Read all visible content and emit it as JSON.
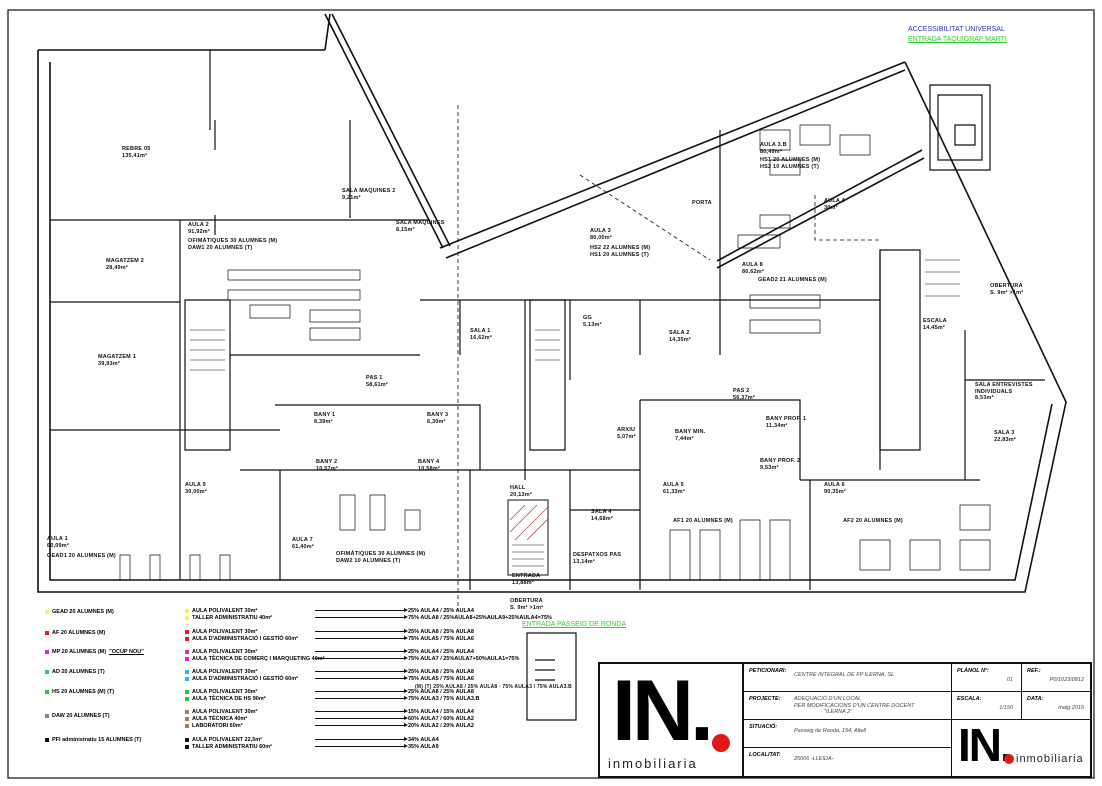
{
  "header": {
    "accessibility": "ACCESSIBILITAT UNIVERSAL",
    "entrance_top": "ENTRADA TAQUIGRAF MARTI",
    "entrance_bottom": "ENTRADA PASSEIG DE RONDA",
    "opening_label": "OBERTURA",
    "opening_value": "S. 9m² >1m²",
    "porta": "PORTA"
  },
  "rooms": {
    "rebre": {
      "name": "REBRE 05",
      "area": "135,41m²"
    },
    "sala_maq2": {
      "name": "SALA MAQUINES 2",
      "area": "9,21m²"
    },
    "sala_maq": {
      "name": "SALA MAQUINES",
      "area": "8,15m²"
    },
    "aula2": {
      "name": "AULA 2",
      "area": "91,92m²",
      "l1": "OFIMÀTIQUES 30 ALUMNES (M)",
      "l2": "DAW1 20 ALUMNES (T)"
    },
    "mag2": {
      "name": "MAGATZEM 2",
      "area": "28,49m²"
    },
    "mag1": {
      "name": "MAGATZEM 1",
      "area": "39,93m²"
    },
    "pas1": {
      "name": "PAS 1",
      "area": "58,61m²"
    },
    "aula3": {
      "name": "AULA 3",
      "area": "80,00m²",
      "l1": "HS2 22 ALUMNES (M)",
      "l2": "HS1 20 ALUMNES (T)"
    },
    "aula3b": {
      "name": "AULA 3.B",
      "area": "80,49m²",
      "l1": "HS1 20 ALUMNES (M)",
      "l2": "HS2 10 ALUMNES (T)"
    },
    "aula4": {
      "name": "AULA 4",
      "area": "30m²"
    },
    "aula8": {
      "name": "AULA 8",
      "area": "80,62m²",
      "l1": "GEAD2 21 ALUMNES (M)"
    },
    "escala": {
      "name": "ESCALA",
      "area": "14,45m²"
    },
    "sala1": {
      "name": "SALA 1",
      "area": "16,62m²"
    },
    "gg": {
      "name": "GG",
      "area": "5,13m²"
    },
    "sala2": {
      "name": "SALA 2",
      "area": "14,35m²"
    },
    "pas2": {
      "name": "PAS 2",
      "area": "56,37m²"
    },
    "sala_ent": {
      "name": "SALA ENTREVISTES",
      "name2": "INDIVIDUALS",
      "area": "8,53m²"
    },
    "sala3": {
      "name": "SALA 3",
      "area": "22,83m²"
    },
    "bany1": {
      "name": "BANY 1",
      "area": "8,39m²"
    },
    "bany3": {
      "name": "BANY 3",
      "area": "6,30m²"
    },
    "bany2": {
      "name": "BANY 2",
      "area": "10,57m²"
    },
    "bany4": {
      "name": "BANY 4",
      "area": "10,58m²"
    },
    "arxiu": {
      "name": "ARXIU",
      "area": "5,07m²"
    },
    "bany_min": {
      "name": "BANY MIN.",
      "area": "7,44m²"
    },
    "bany_prof1": {
      "name": "BANY PROF. 1",
      "area": "11,34m²"
    },
    "bany_prof2": {
      "name": "BANY PROF. 2",
      "area": "9,53m²"
    },
    "hall": {
      "name": "HALL",
      "area": "20,13m²"
    },
    "aula9": {
      "name": "AULA 9",
      "area": "30,00m²"
    },
    "aula1": {
      "name": "AULA 1",
      "area": "60,09m²",
      "l1": "GEAD1 20 ALUMNES (M)"
    },
    "aula7": {
      "name": "AULA 7",
      "area": "61,40m²",
      "l1": "OFIMÀTIQUES 30 ALUMNES (M)",
      "l2": "DAW2 10 ALUMNES (T)"
    },
    "sala4": {
      "name": "SALA 4",
      "area": "14,68m²"
    },
    "despatxos": {
      "name": "DESPATXOS PAS",
      "area": "13,14m²"
    },
    "entrada": {
      "name": "ENTRADA",
      "area": "13,88m²"
    },
    "aula5": {
      "name": "AULA 5",
      "area": "61,33m²",
      "l1": "AF1 20 ALUMNES (M)"
    },
    "aula6": {
      "name": "AULA 6",
      "area": "90,35m²",
      "l1": "AF2 20 ALUMNES (M)"
    }
  },
  "legend": [
    {
      "color": "#f2f060",
      "group": "GEAD 20 ALUMNES (M)",
      "extra": "",
      "items": [
        {
          "space": "AULA POLIVALENT 30m²",
          "alloc": "25% AULA4 / 25% AULA4"
        },
        {
          "space": "TALLER ADMINISTRATIU 40m²",
          "alloc": "75% AULA8 / 25%AULA8+25%AULA9+25%AULA4=75%"
        }
      ]
    },
    {
      "color": "#e02020",
      "group": "AF 20 ALUMNES (M)",
      "extra": "",
      "items": [
        {
          "space": "AULA POLIVALENT 30m²",
          "alloc": "25% AULA8 / 25% AULA8"
        },
        {
          "space": "AULA D'ADMINISTRACIÓ I GESTIÓ 60m²",
          "alloc": "75% AULA5 / 75% AULA6"
        }
      ]
    },
    {
      "color": "#e020e0",
      "group": "MP 20 ALUMNES (M)",
      "extra": "\"OCUP NOU\"",
      "items": [
        {
          "space": "AULA POLIVALENT 30m²",
          "alloc": "25% AULA4 / 25% AULA4"
        },
        {
          "space": "AULA TÈCNICA DE COMERÇ I MARQUETING 40m²",
          "alloc": "75% AULA7 / 25%AULA7+50%AULA1=75%"
        }
      ]
    },
    {
      "color": "#30b8e0",
      "group": "AD 20 ALUMNES (T)",
      "extra": "",
      "items": [
        {
          "space": "AULA POLIVALENT 30m²",
          "alloc": "25% AULA8 / 25% AULA8"
        },
        {
          "space": "AULA D'ADMINISTRACIÓ I GESTIÓ 60m²",
          "alloc": "75% AULA5 / 75% AULA6"
        }
      ]
    },
    {
      "color": "#30c040",
      "group": "HS 20 ALUMNES (M) (T)",
      "extra": "(M) (T) 25% AULA8 / 25% AULA8 · 75% AULA3 / 75% AULA3.B",
      "items": [
        {
          "space": "AULA POLIVALENT 30m²",
          "alloc": "25% AULA8 / 25% AULA8"
        },
        {
          "space": "AULA TÈCNICA DE HS 90m²",
          "alloc": "75% AULA3 / 75% AULA3.B"
        }
      ]
    },
    {
      "color": "#a08060",
      "group": "DAW 20 ALUMNES (T)",
      "extra": "",
      "items": [
        {
          "space": "AULA POLIVALENT 30m²",
          "alloc": "15% AULA4 / 15% AULA4"
        },
        {
          "space": "AULA TÈCNICA 40m²",
          "alloc": "60% AULA7 / 60% AULA2"
        },
        {
          "space": "LABORATORI 60m²",
          "alloc": "20% AULA2 / 20% AULA2"
        }
      ]
    },
    {
      "color": "#111111",
      "group": "PFI administratiu 15 ALUMNES (T)",
      "extra": "",
      "items": [
        {
          "space": "AULA POLIVALENT 22,5m²",
          "alloc": "34% AULA4"
        },
        {
          "space": "TALLER ADMINISTRATIU 60m²",
          "alloc": "35% AULA9"
        }
      ]
    }
  ],
  "title_block": {
    "logo_text": "IN.",
    "logo_sub": "inmobiliaria",
    "peticionari_label": "PETICIONARI:",
    "peticionari": "CENTRE INTEGRAL DE FP ILERNA, SL",
    "projecte_label": "PROJECTE:",
    "projecte_l1": "ADEQUACIÓ D'UN LOCAL",
    "projecte_l2": "PER MODIFICACIONS D'UN CENTRE DOCENT",
    "projecte_l3": "\"ILERNA 2\"",
    "situacio_label": "SITUACIÓ:",
    "situacio": "Passeig de Ronda, 154, Altell",
    "localitat_label": "LOCALITAT:",
    "localitat": "25006 -LLEIDA-",
    "planol_label": "PLÀNOL Nº:",
    "planol": "01",
    "ref_label": "REF.:",
    "ref": "P0/1023/0812",
    "escala_label": "ESCALA:",
    "escala": "1/150",
    "data_label": "DATA:",
    "data": "maig 2016"
  },
  "colors": {
    "accent_red": "#e01818",
    "green": "#2fd12f",
    "blue": "#2233cc"
  }
}
